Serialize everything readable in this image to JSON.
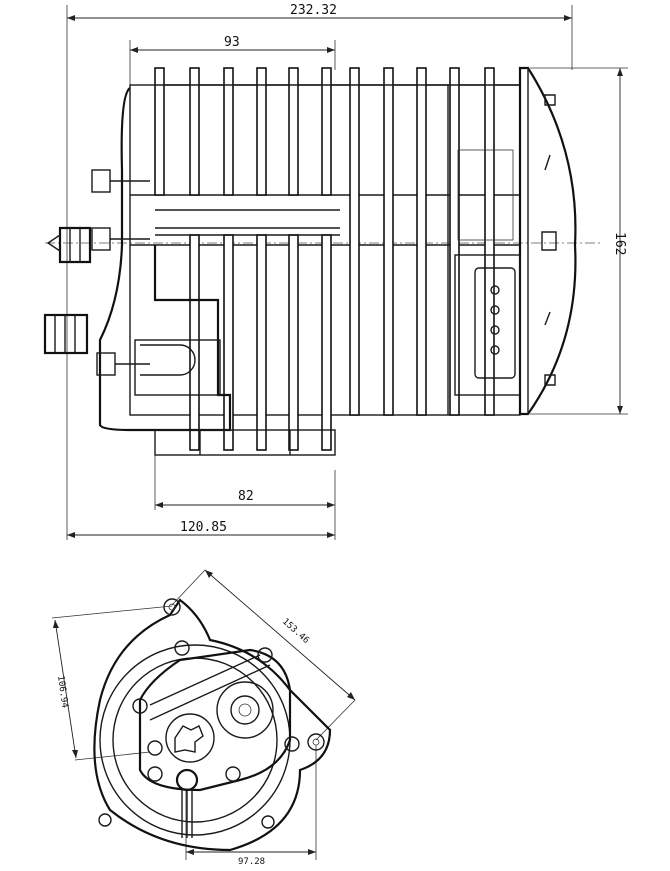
{
  "side_view": {
    "dim_total_length": "232.32",
    "dim_fin_length": "93",
    "dim_height": "162",
    "dim_base_width": "82",
    "dim_front_length": "120.85"
  },
  "front_view": {
    "dim_bolt_span": "153.46",
    "dim_vertical_offset": "106.94",
    "dim_shaft_offset": "97.28"
  }
}
